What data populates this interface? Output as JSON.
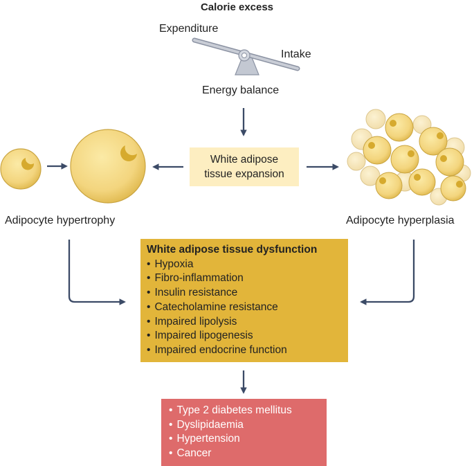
{
  "title": "Calorie excess",
  "balance": {
    "expenditure_label": "Expenditure",
    "intake_label": "Intake",
    "caption": "Energy balance"
  },
  "white_adipose": {
    "line1": "White adipose",
    "line2": "tissue expansion"
  },
  "hypertrophy_label": "Adipocyte hypertrophy",
  "hyperplasia_label": "Adipocyte hyperplasia",
  "dysfunction": {
    "heading": "White adipose tissue dysfunction",
    "items": [
      "Hypoxia",
      "Fibro-inflammation",
      "Insulin resistance",
      "Catecholamine resistance",
      "Impaired lipolysis",
      "Impaired lipogenesis",
      "Impaired endocrine function"
    ]
  },
  "diseases": {
    "items": [
      "Type 2 diabetes mellitus",
      "Dyslipidaemia",
      "Hypertension",
      "Cancer"
    ]
  },
  "colors": {
    "arrow": "#3b4a66",
    "cell_fill": "#f3d57e",
    "cell_stroke": "#c9a440",
    "cell_pale": "#f7e6b4",
    "box_white_adipose": "#fdeec1",
    "box_dysfunction": "#e2b53a",
    "box_disease": "#de6b6b"
  }
}
